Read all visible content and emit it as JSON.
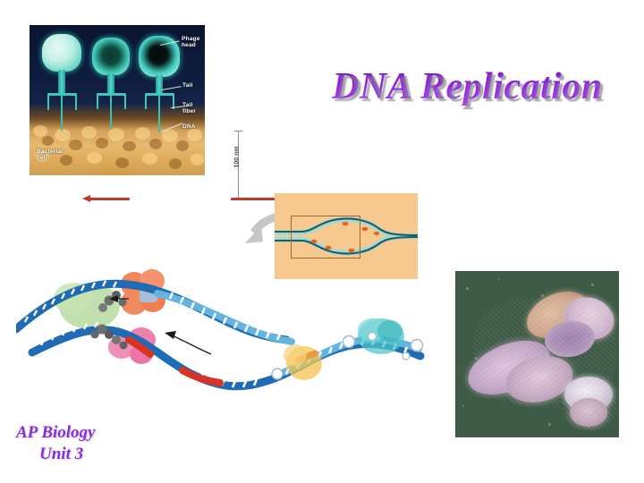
{
  "slide": {
    "title": "DNA Replication",
    "footer_line1": "AP Biology",
    "footer_line2": "Unit 3",
    "background_color": "#ffffff",
    "title_color": "#8f20d8",
    "footer_color": "#8a2be2"
  },
  "phage_figure": {
    "caption_labels": {
      "phage_head": "Phage\nhead",
      "phage_head_line1": "Phage",
      "phage_head_line2": "head",
      "tail": "Tail",
      "tail_fiber": "Tail fiber",
      "dna": "DNA",
      "bacterial_cell_line1": "Bacterial",
      "bacterial_cell_line2": "cell"
    },
    "scale_bar": "100 nm",
    "colors": {
      "background_dark": "#0e1c3e",
      "phage_teal": "#3fc7bb",
      "bacterial_tan": "#d99a42",
      "label_text": "#ffffff"
    }
  },
  "bubble_panel": {
    "panel_color": "#f7c98f",
    "strand_color": "#1d5b5e",
    "inner_strand_color": "#a8d8d2",
    "marker_color": "#e8601c",
    "box_border_color": "#9c6636"
  },
  "arrows": {
    "red_arrow_color": "#c0392b",
    "gray_arrow_color": "#bdbdbd",
    "black_pointer_color": "#1a1a1a"
  },
  "fork_diagram": {
    "colors": {
      "dna_dark_blue": "#1f6cb5",
      "dna_light_blue": "#63b5e0",
      "rung_white": "#ffffff",
      "helicase_green": "#b6dba0",
      "polymerase_orange": "#f2855a",
      "polymerase_pink": "#ee7fae",
      "enzyme_gray": "#6b6b6b",
      "primer_red": "#d63427",
      "ligase_yellow": "#f3c14a",
      "ssb_teal": "#4fc3c7"
    }
  },
  "chromosome_photo": {
    "colors": {
      "background_green": "#3e5b46",
      "chromatin_purple": "#b9a3c9",
      "chromatin_pink": "#d9b0a8",
      "chromatin_tan": "#cfa88d"
    }
  }
}
